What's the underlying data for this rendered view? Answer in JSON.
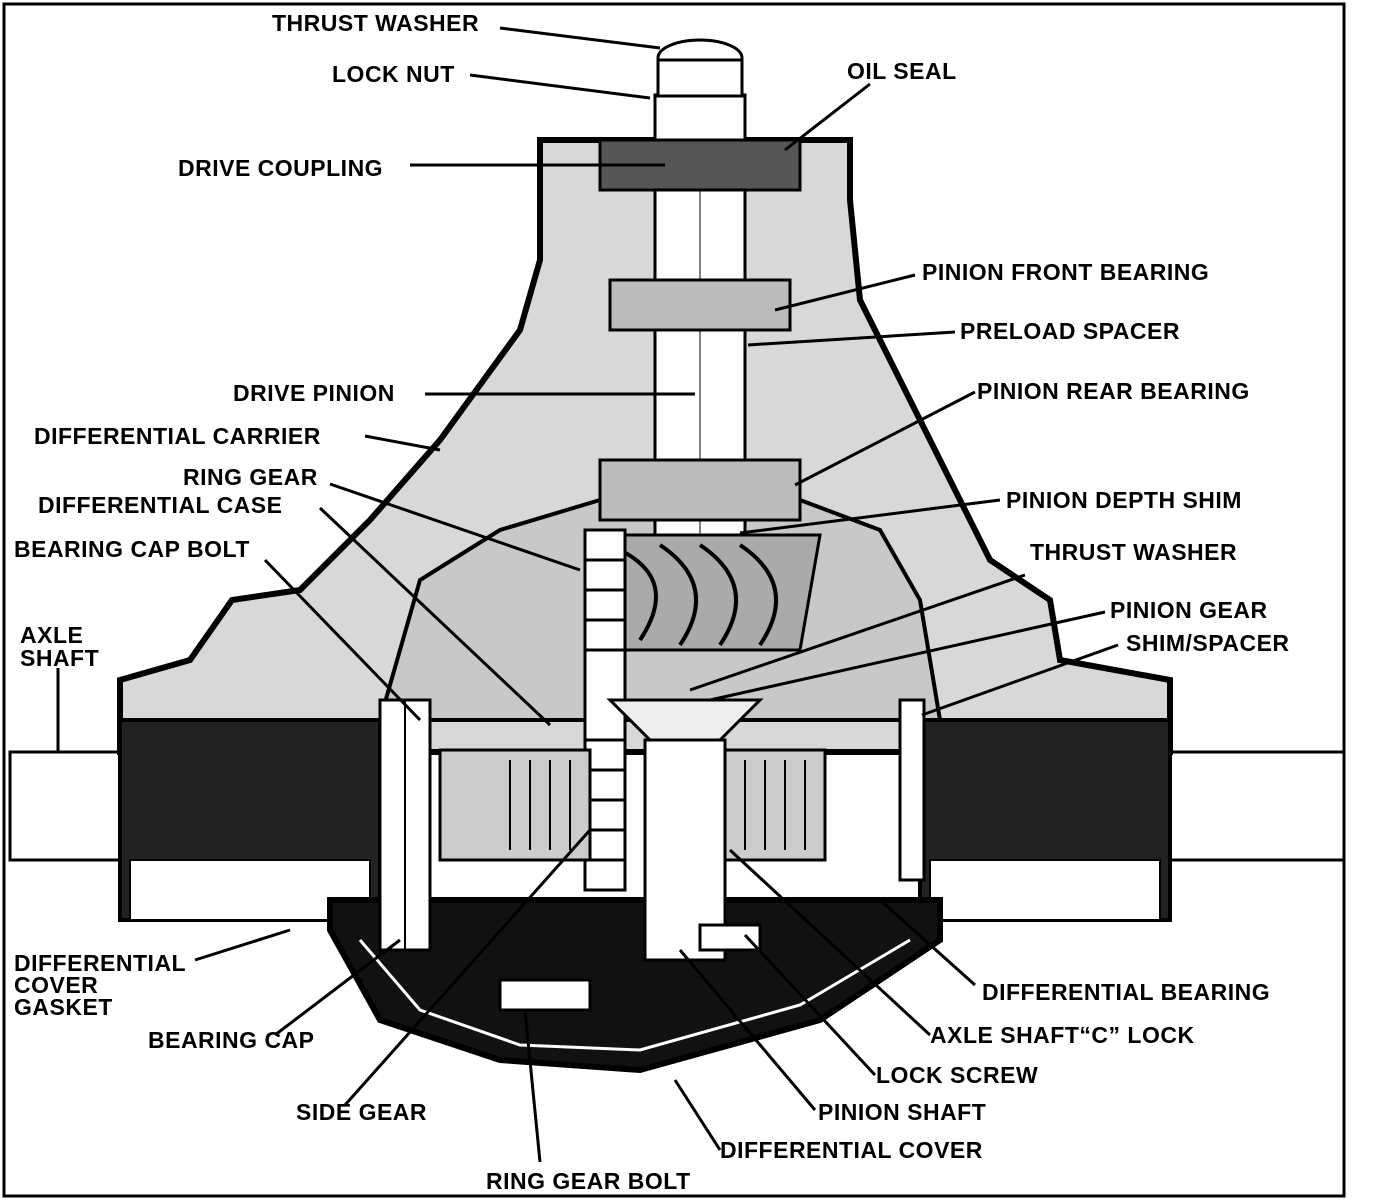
{
  "labels": {
    "thrust_washer_top": "THRUST WASHER",
    "lock_nut": "LOCK NUT",
    "oil_seal": "OIL SEAL",
    "drive_coupling": "DRIVE COUPLING",
    "pinion_front_bearing": "PINION FRONT BEARING",
    "preload_spacer": "PRELOAD SPACER",
    "drive_pinion": "DRIVE PINION",
    "pinion_rear_bearing": "PINION REAR BEARING",
    "differential_carrier": "DIFFERENTIAL CARRIER",
    "ring_gear": "RING GEAR",
    "differential_case": "DIFFERENTIAL CASE",
    "pinion_depth_shim": "PINION DEPTH SHIM",
    "bearing_cap_bolt": "BEARING CAP BOLT",
    "thrust_washer_mid": "THRUST WASHER",
    "axle_shaft_1": "AXLE",
    "axle_shaft_2": "SHAFT",
    "pinion_gear": "PINION GEAR",
    "shim_spacer": "SHIM/SPACER",
    "differential_cover_gasket_1": "DIFFERENTIAL",
    "differential_cover_gasket_2": "COVER",
    "differential_cover_gasket_3": "GASKET",
    "differential_bearing": "DIFFERENTIAL BEARING",
    "bearing_cap": "BEARING CAP",
    "axle_shaft_c_lock": "AXLE SHAFT“C” LOCK",
    "lock_screw": "LOCK SCREW",
    "side_gear": "SIDE GEAR",
    "pinion_shaft": "PINION SHAFT",
    "differential_cover": "DIFFERENTIAL COVER",
    "ring_gear_bolt": "RING GEAR BOLT"
  }
}
